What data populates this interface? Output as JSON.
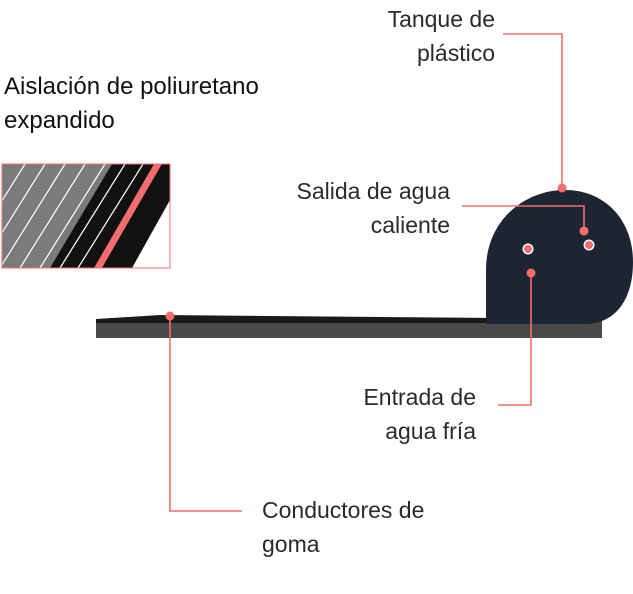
{
  "title": {
    "line1": "Aislación de poliuretano",
    "line2": "expandido"
  },
  "labels": {
    "tank": {
      "line1": "Tanque de",
      "line2": "plástico"
    },
    "hot_water": {
      "line1": "Salida de agua",
      "line2": "caliente"
    },
    "cold_water": {
      "line1": "Entrada de",
      "line2": "agua fría"
    },
    "rubber": {
      "line1": "Conductores de",
      "line2": "goma"
    }
  },
  "colors": {
    "accent": "#f26d6d",
    "tank": "#1d2533",
    "base": "#4a4a4a",
    "stripe_gray": "#7a7a7a",
    "stripe_black": "#111111"
  }
}
